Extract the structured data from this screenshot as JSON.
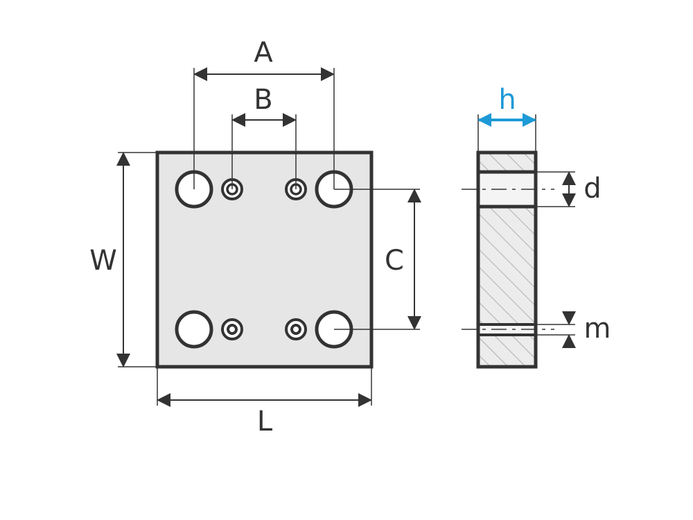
{
  "labels": {
    "A": "A",
    "B": "B",
    "C": "C",
    "W": "W",
    "L": "L",
    "h": "h",
    "d": "d",
    "m": "m"
  },
  "colors": {
    "outline": "#333333",
    "plate_fill": "#e6e6e6",
    "highlight": "#1e9ad6",
    "hatch": "#999999",
    "bore_fill": "#f2f2f2"
  }
}
